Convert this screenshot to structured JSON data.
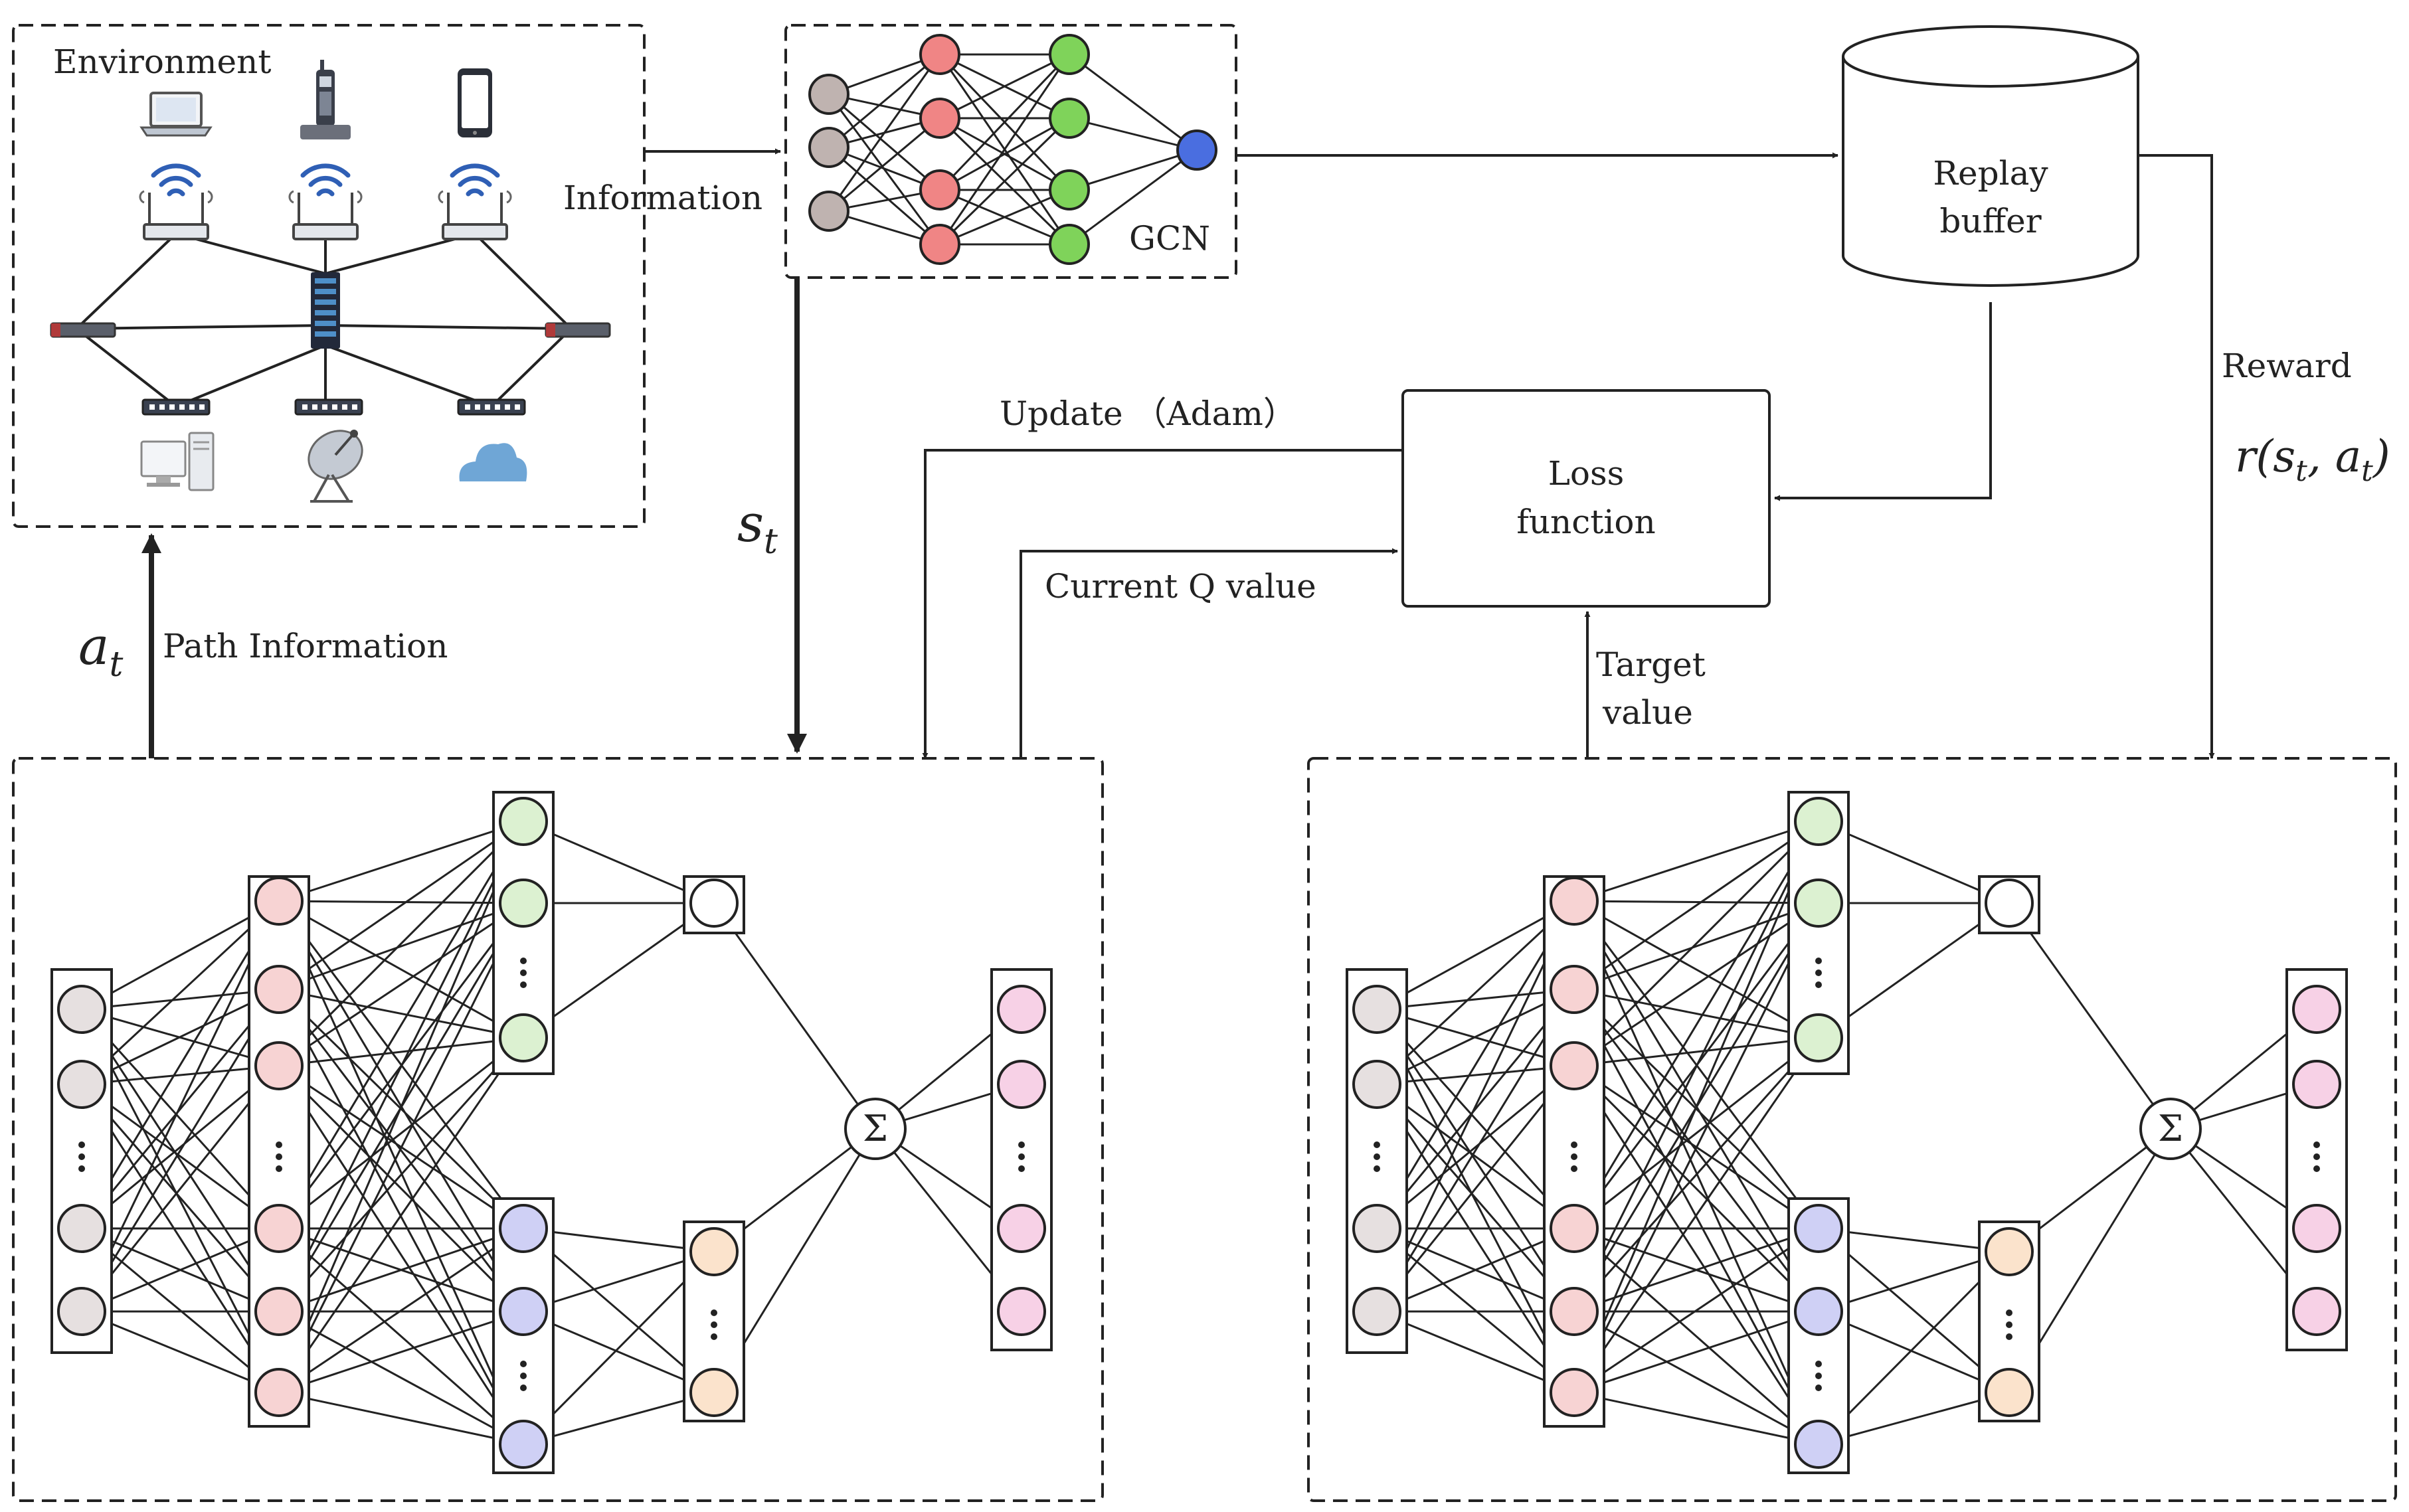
{
  "labels": {
    "environment": "Environment",
    "information": "Information",
    "gcn": "GCN",
    "replay_line1": "Replay",
    "replay_line2": "buffer",
    "reward": "Reward",
    "update": "Update （Adam）",
    "loss_line1": "Loss",
    "loss_line2": "function",
    "current_q": "Current Q value",
    "target_line1": "Target",
    "target_line2": "value",
    "path_info": "Path Information",
    "sum": "Σ"
  },
  "math": {
    "state": "s",
    "state_sub": "t",
    "action": "a",
    "action_sub": "t",
    "reward_fn": "r(s",
    "reward_fn_sub1": "t",
    "reward_fn_mid": ", a",
    "reward_fn_sub2": "t",
    "reward_fn_end": ")"
  },
  "icons": {
    "top_row": [
      "laptop-icon",
      "cordless-phone-icon",
      "smartphone-icon"
    ],
    "access_points": [
      "wifi-router-icon",
      "wifi-router-icon",
      "wifi-router-icon"
    ],
    "core": "server-rack-icon",
    "side_switches": [
      "switch-icon",
      "switch-icon"
    ],
    "bottom_switches": [
      "switch-icon",
      "switch-icon",
      "switch-icon"
    ],
    "bottom_row": [
      "desktop-computer-icon",
      "satellite-dish-icon",
      "cloud-icon"
    ]
  },
  "colors": {
    "gray_node": "#bfb3b0",
    "red_node": "#f08585",
    "green_node": "#7fd35a",
    "blue_node": "#4a6ee0",
    "input_node": "#e6e0e0",
    "hidden_node": "#f7d3d3",
    "value_node": "#dcf1d1",
    "adv_node": "#cfd0f5",
    "adv2_node": "#fbe3cc",
    "output_node": "#f7d1e6",
    "line": "#222222",
    "wifi": "#2f5fb5",
    "cloud": "#6fa6d6"
  }
}
